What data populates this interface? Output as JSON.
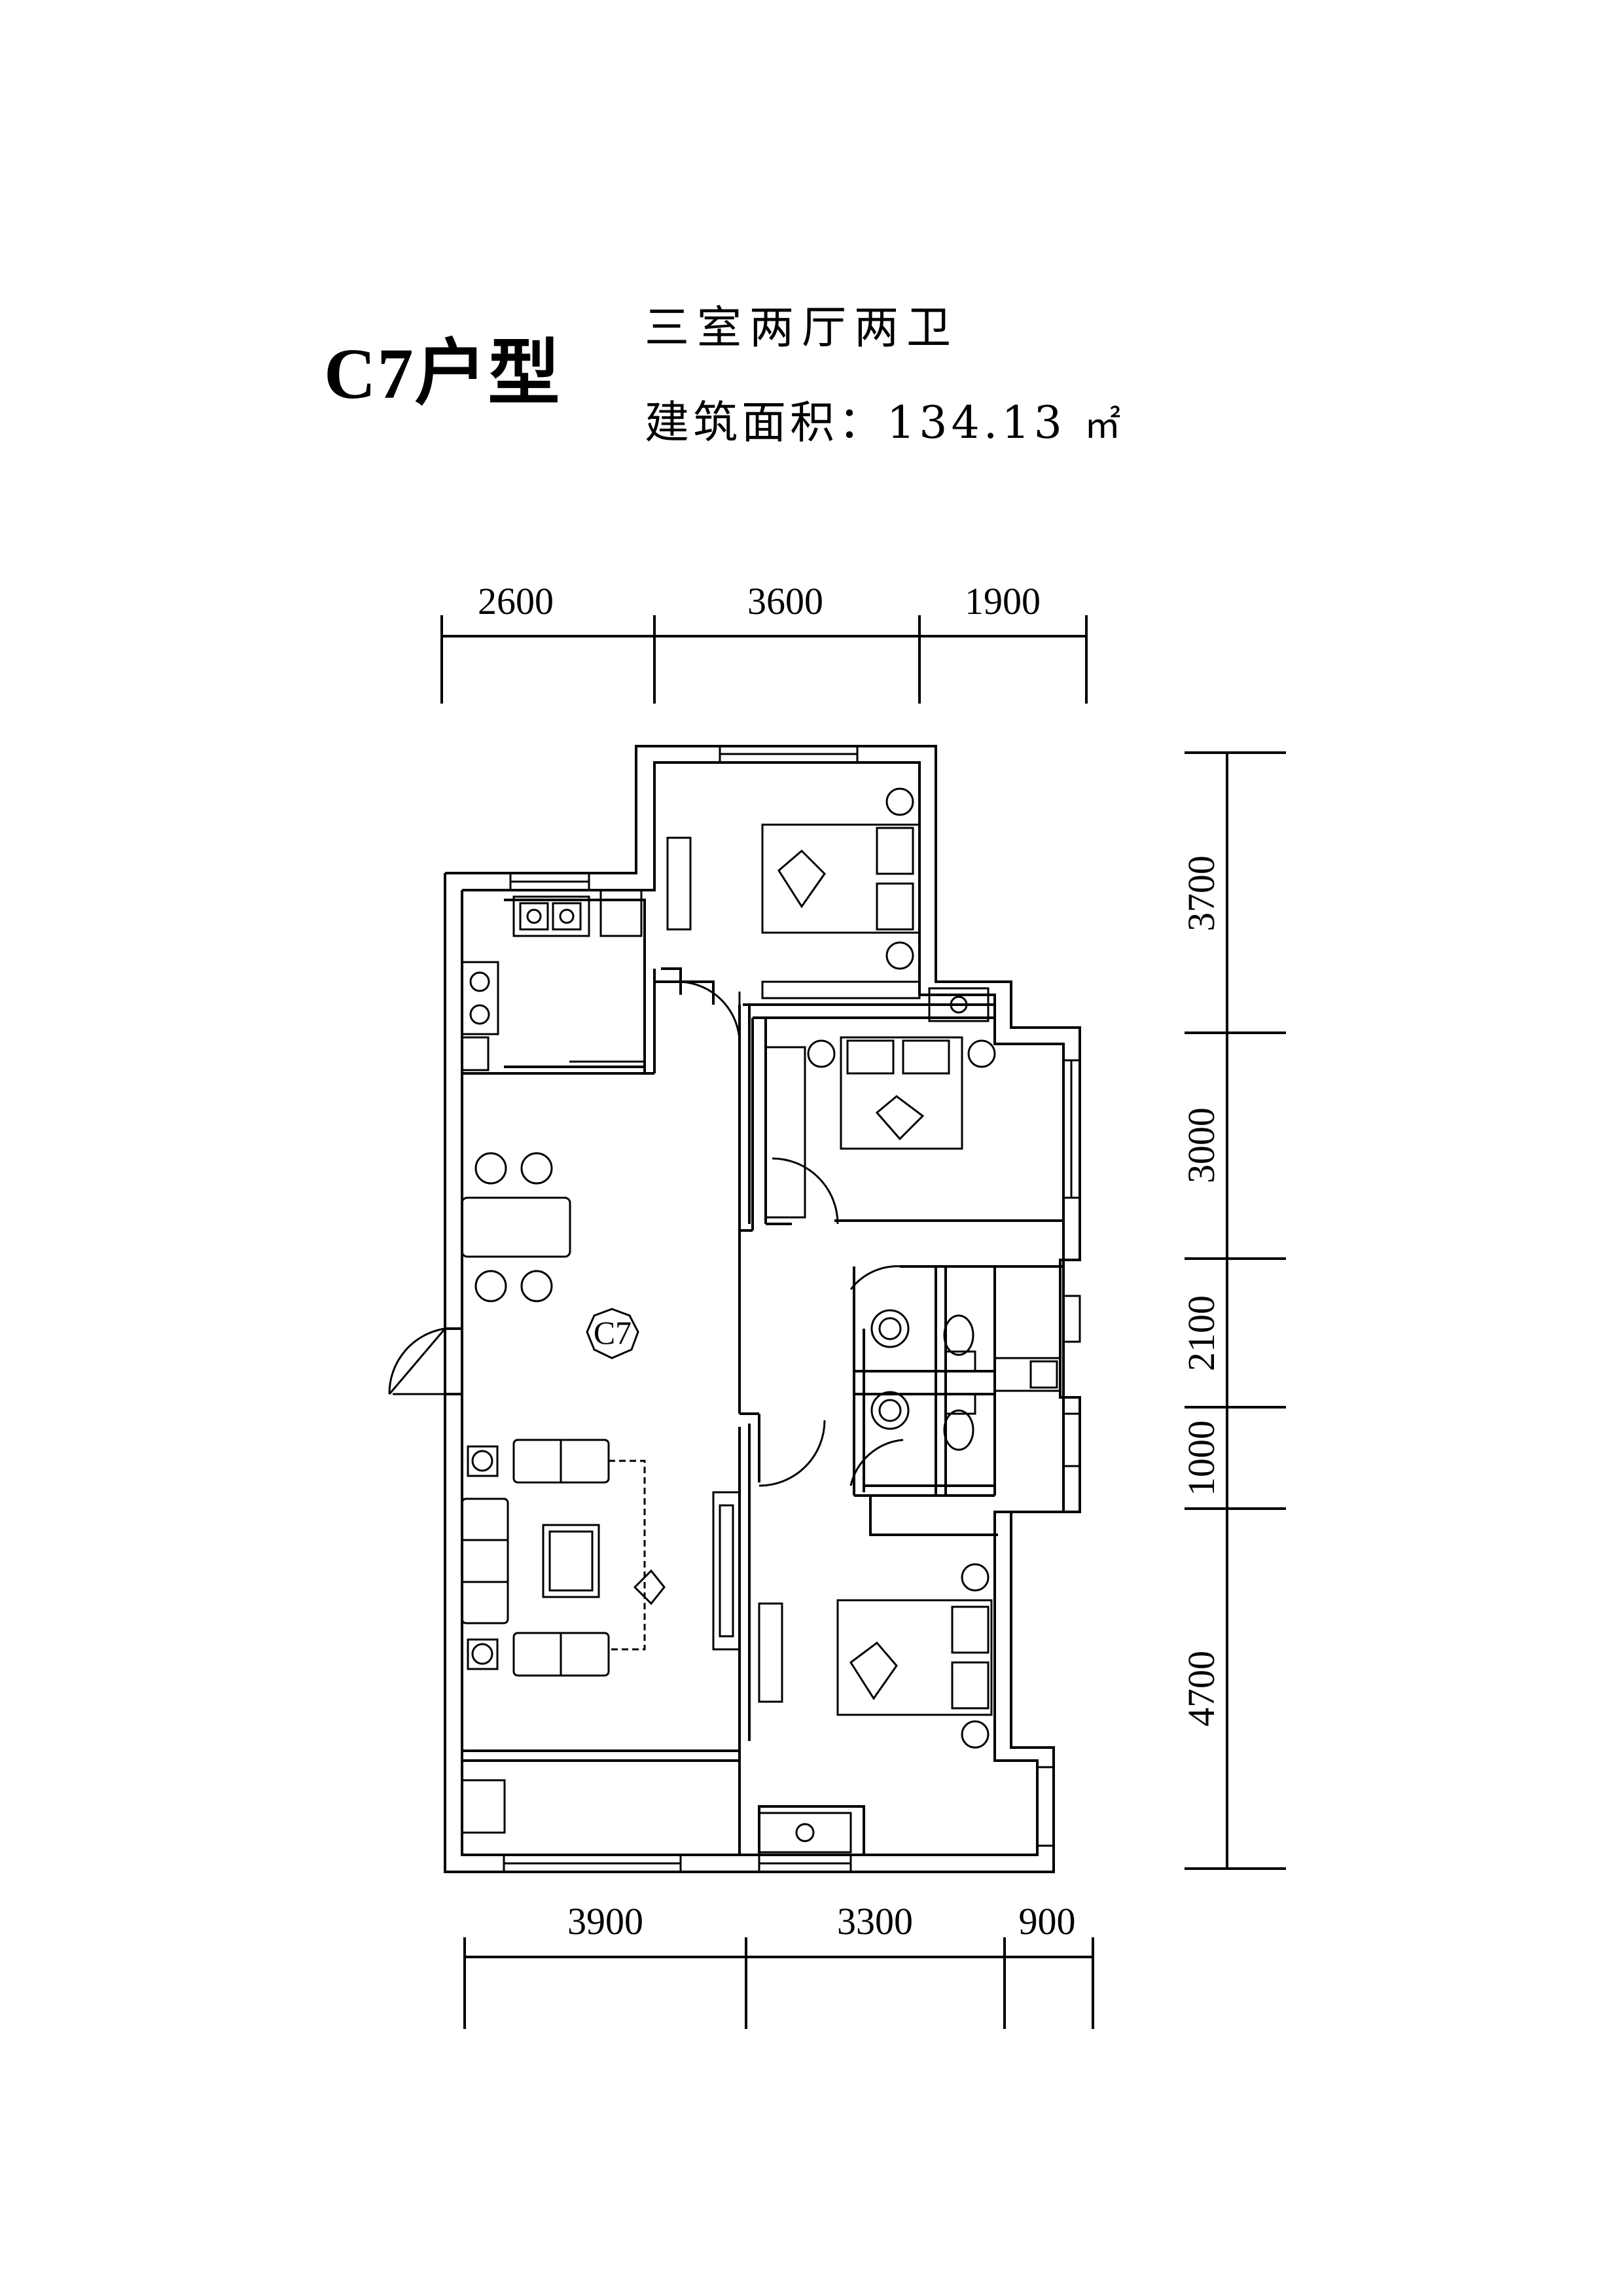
{
  "header": {
    "unit_type": "C7户型",
    "layout": "三室两厅两卫",
    "area_label": "建筑面积：",
    "area_value": "134.13",
    "area_unit": "㎡"
  },
  "room_tag": "C7",
  "dimensions": {
    "top": [
      "2600",
      "3600",
      "1900"
    ],
    "bottom": [
      "3900",
      "3300",
      "900"
    ],
    "right": [
      "3700",
      "3000",
      "2100",
      "1000",
      "4700"
    ]
  }
}
